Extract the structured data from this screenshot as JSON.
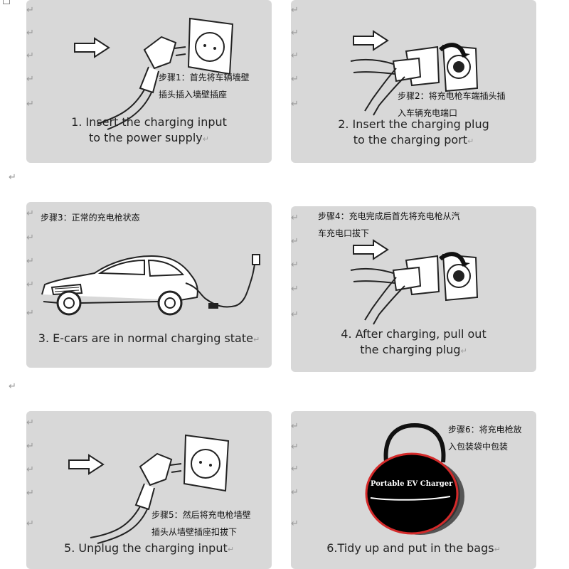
{
  "para_mark": "↵",
  "cards": [
    {
      "caption_1": "1. Insert the charging input",
      "caption_2": "to the power supply",
      "cn_1": "步骤1：首先将车辆墙壁",
      "cn_2": "插头插入墙壁插座"
    },
    {
      "caption_1": "2. Insert the charging plug",
      "caption_2": "to the charging port",
      "cn_1": "步骤2：将充电枪车端插头插",
      "cn_2": "入车辆充电端口"
    },
    {
      "caption_1": "3. E-cars are in normal charging state",
      "cn_1": "步骤3：正常的充电枪状态"
    },
    {
      "caption_1": "4. After charging, pull out",
      "caption_2": "the charging plug",
      "cn_1": "步骤4：充电完成后首先将充电枪从汽",
      "cn_2": "车充电口拔下"
    },
    {
      "caption_1": "5. Unplug the charging input",
      "cn_1": "步骤5：然后将充电枪墙壁",
      "cn_2": "插头从墙壁插座扣拔下"
    },
    {
      "caption_1": "6.Tidy up and put in the bags",
      "cn_1": "步骤6：将充电枪放",
      "cn_2": "入包装袋中包装",
      "bag_label": "Portable EV Charger"
    }
  ]
}
